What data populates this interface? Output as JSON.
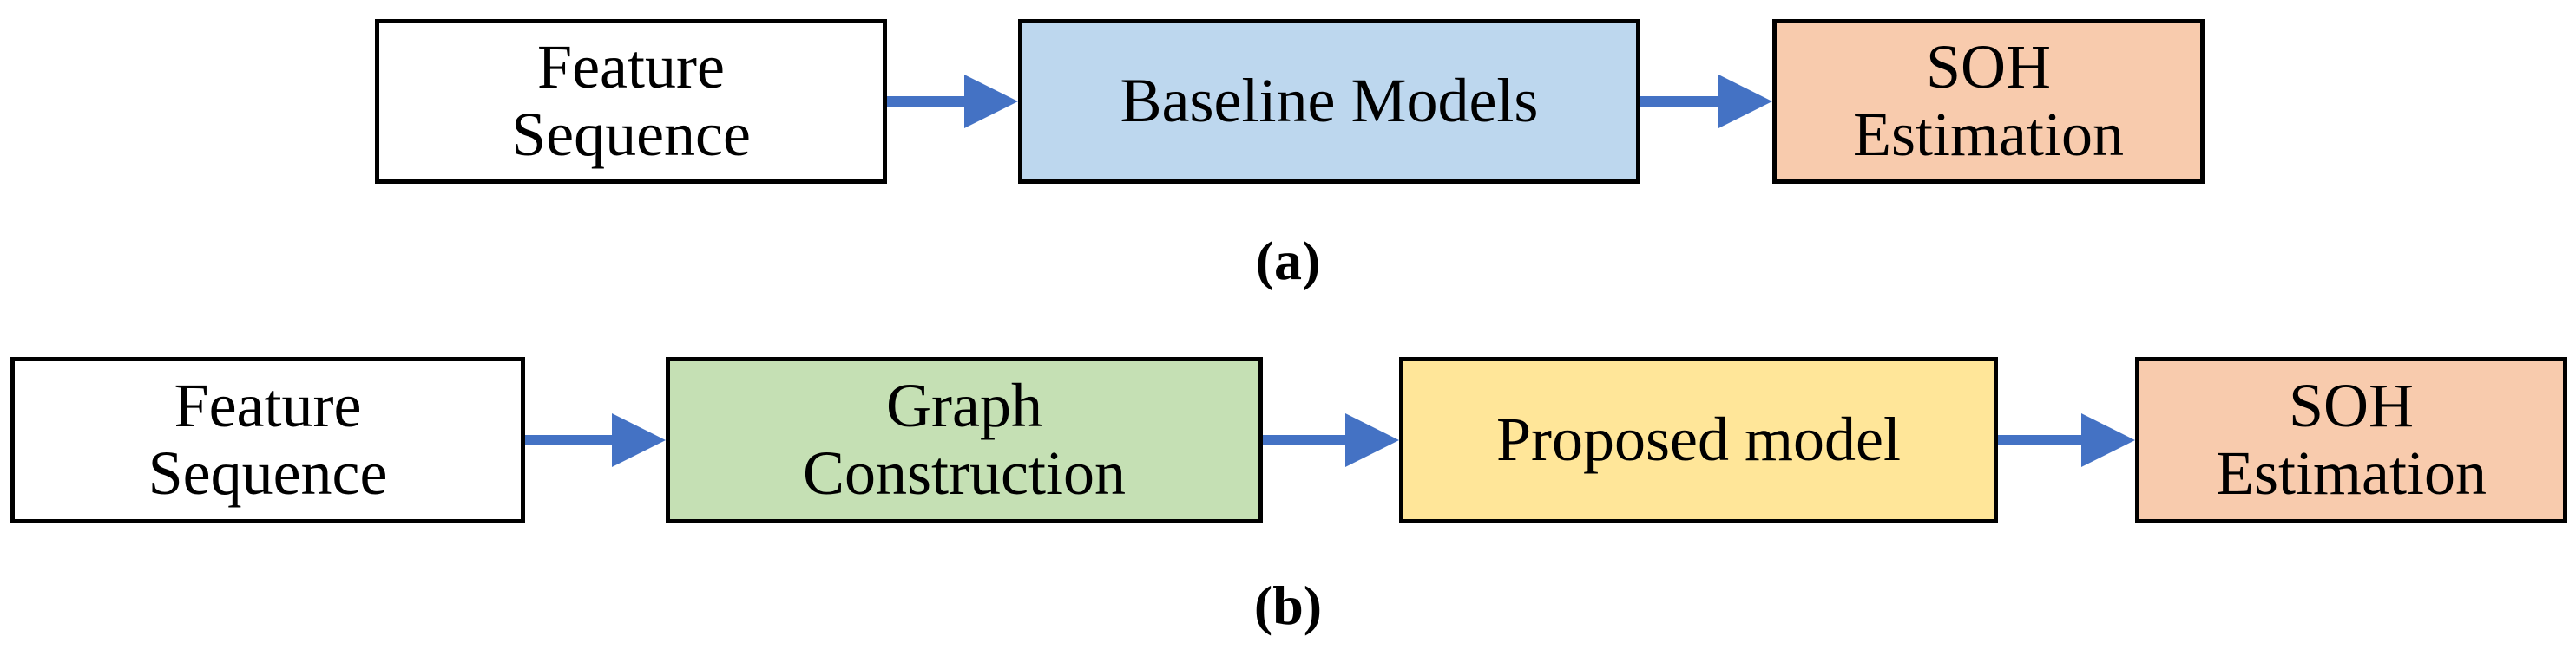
{
  "colors": {
    "arrow": "#4472C4",
    "box_border": "#000000",
    "text": "#000000",
    "background": "#FFFFFF"
  },
  "flow_a": {
    "caption": "(a)",
    "nodes": [
      {
        "line1": "Feature",
        "line2": "Sequence",
        "fill": "#FFFFFF"
      },
      {
        "line1": "Baseline Models",
        "fill": "#BDD7EE"
      },
      {
        "line1": "SOH",
        "line2": "Estimation",
        "fill": "#F8CBAD"
      }
    ]
  },
  "flow_b": {
    "caption": "(b)",
    "nodes": [
      {
        "line1": "Feature",
        "line2": "Sequence",
        "fill": "#FFFFFF"
      },
      {
        "line1": "Graph",
        "line2": "Construction",
        "fill": "#C5E0B4"
      },
      {
        "line1": "Proposed model",
        "fill": "#FFE699"
      },
      {
        "line1": "SOH",
        "line2": "Estimation",
        "fill": "#F8CBAD"
      }
    ]
  }
}
